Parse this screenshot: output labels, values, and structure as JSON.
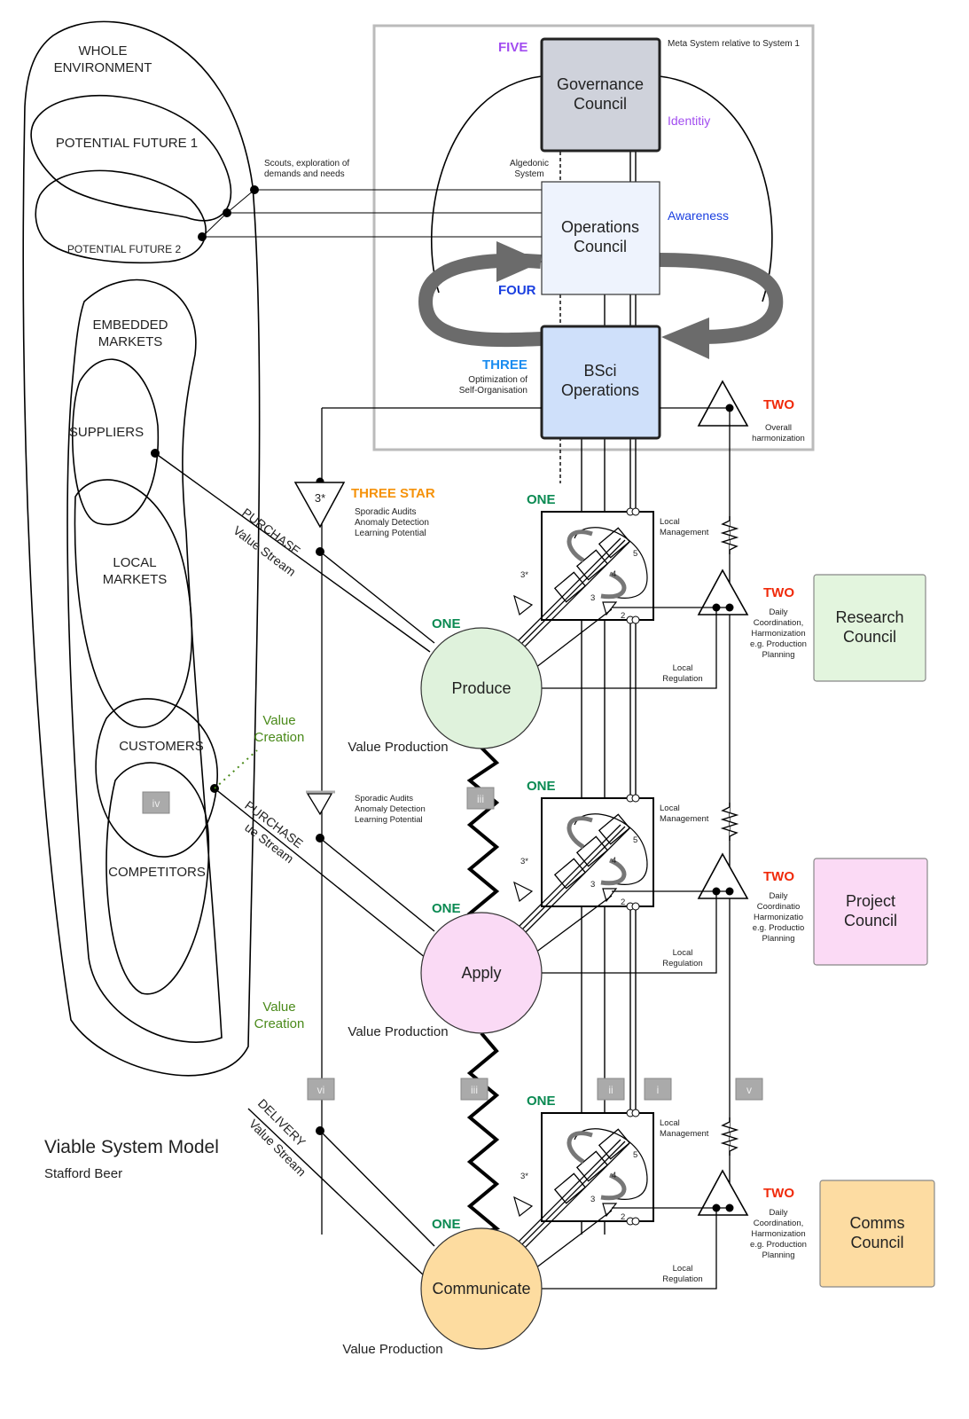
{
  "title": {
    "main": "Viable System Model",
    "author": "Stafford Beer"
  },
  "environment": {
    "whole": [
      "WHOLE",
      "ENVIRONMENT"
    ],
    "future1": "POTENTIAL FUTURE  1",
    "future2": "POTENTIAL FUTURE  2",
    "embedded": [
      "EMBEDDED",
      "MARKETS"
    ],
    "suppliers": "SUPPLIERS",
    "local": [
      "LOCAL",
      "MARKETS"
    ],
    "customers": "CUSTOMERS",
    "competitors": "COMPETITORS"
  },
  "scouts": [
    "Scouts, exploration of",
    "demands and needs"
  ],
  "meta_note": "Meta System relative to System 1",
  "systems": {
    "five": {
      "label": "FIVE",
      "box": [
        "Governance",
        "Council"
      ],
      "tag": "Identitiy",
      "color": "#a24df0"
    },
    "four": {
      "label": "FOUR",
      "box": [
        "Operations",
        "Council"
      ],
      "tag": "Awareness",
      "color": "#1a3fe0"
    },
    "three": {
      "label": "THREE",
      "box": [
        "BSci",
        "Operations"
      ],
      "note": [
        "Optimization of",
        "Self-Organisation"
      ],
      "color": "#1a8cf0"
    },
    "two_top": {
      "label": "TWO",
      "note": [
        "Overall",
        "harmonization"
      ],
      "color": "#f02a0a"
    },
    "three_star": {
      "label": "THREE STAR",
      "symbol": "3*",
      "note": [
        "Sporadic Audits",
        "Anomaly Detection",
        "Learning Potential"
      ],
      "color": "#f5920a"
    }
  },
  "algedonic": [
    "Algedonic",
    "System"
  ],
  "units": [
    {
      "name": "Produce",
      "one": "ONE",
      "fill": "#dff2dc",
      "council": [
        "Research",
        "Council"
      ],
      "council_fill": "#e3f5de",
      "two_note": [
        "Daily",
        "Coordination,",
        "Harmonization",
        "e.g. Production",
        "Planning"
      ],
      "stream": [
        "PURCHASE",
        "Value Stream"
      ],
      "value_production": "Value Production"
    },
    {
      "name": "Apply",
      "one": "ONE",
      "fill": "#fadaf5",
      "council": [
        "Project",
        "Council"
      ],
      "council_fill": "#fbdaf5",
      "two_note": [
        "Daily",
        "Coordinatio",
        "Harmonizatio",
        "e.g. Productio",
        "Planning"
      ],
      "stream": [
        "PURCHASE",
        "ue Stream"
      ],
      "value_production": "Value Production"
    },
    {
      "name": "Communicate",
      "one": "ONE",
      "fill": "#fddca0",
      "council": [
        "Comms",
        "Council"
      ],
      "council_fill": "#fddca2",
      "two_note": [
        "Daily",
        "Coordination,",
        "Harmonization",
        "e.g. Production",
        "Planning"
      ],
      "stream": [
        "DELIVERY",
        "Value Stream"
      ],
      "value_production": "Value Production"
    }
  ],
  "local_management": [
    "Local",
    "Management"
  ],
  "local_regulation": [
    "Local",
    "Regulation"
  ],
  "value_creation": [
    "Value",
    "Creation"
  ],
  "roman_markers": [
    "i",
    "ii",
    "iii",
    "iv",
    "v",
    "vi"
  ],
  "sub_numbers": [
    "2",
    "3",
    "4",
    "5",
    "3*"
  ]
}
